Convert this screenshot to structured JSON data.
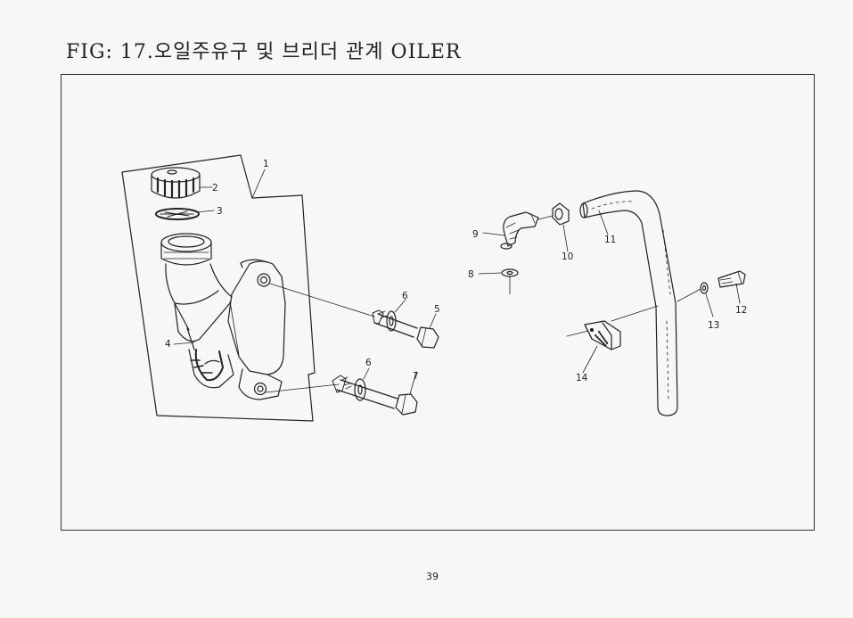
{
  "title": "FIG: 17.오일주유구 및 브리더 관계 OILER",
  "page_number": "39",
  "callouts": [
    "1",
    "2",
    "3",
    "4",
    "5",
    "6",
    "7",
    "6",
    "8",
    "9",
    "10",
    "11",
    "12",
    "13",
    "14"
  ]
}
